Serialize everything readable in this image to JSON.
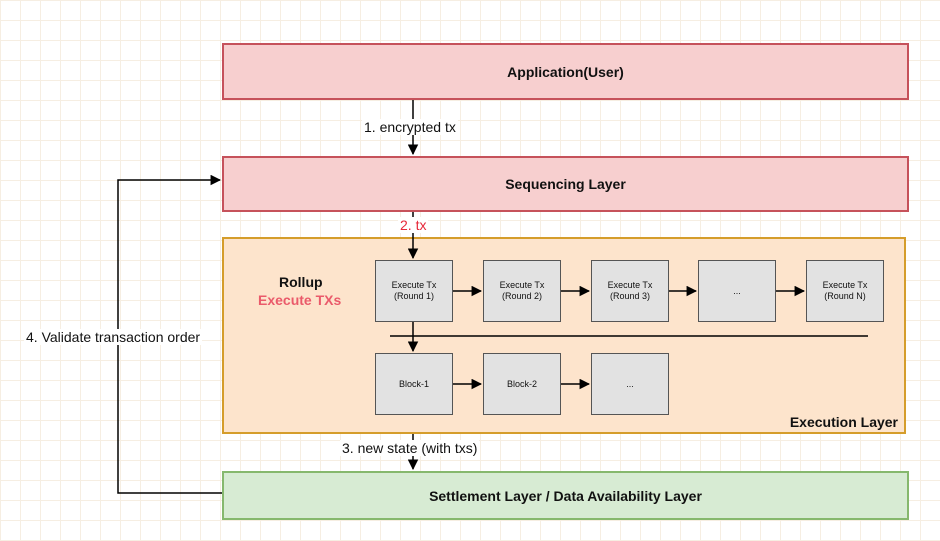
{
  "layers": {
    "application": "Application(User)",
    "sequencing": "Sequencing Layer",
    "execution": "Execution Layer",
    "settlement": "Settlement Layer / Data Availability Layer"
  },
  "rollup": {
    "title": "Rollup",
    "subtitle": "Execute TXs"
  },
  "execute_boxes": [
    {
      "line1": "Execute Tx",
      "line2": "(Round 1)"
    },
    {
      "line1": "Execute Tx",
      "line2": "(Round 2)"
    },
    {
      "line1": "Execute Tx",
      "line2": "(Round 3)"
    },
    {
      "line1": "...",
      "line2": ""
    },
    {
      "line1": "Execute Tx",
      "line2": "(Round N)"
    }
  ],
  "blocks": [
    "Block-1",
    "Block-2",
    "..."
  ],
  "edges": {
    "encrypted_tx": "1. encrypted tx",
    "tx": "2. tx",
    "new_state": "3. new state (with txs)",
    "validate": "4. Validate transaction order"
  },
  "colors": {
    "red_layer_fill": "#f7cfcf",
    "red_layer_border": "#c6525b",
    "execution_fill": "#fde4cc",
    "execution_border": "#d59d2b",
    "settlement_fill": "#d7ebd3",
    "settlement_border": "#86b86d",
    "highlight_text": "#e6283a"
  }
}
